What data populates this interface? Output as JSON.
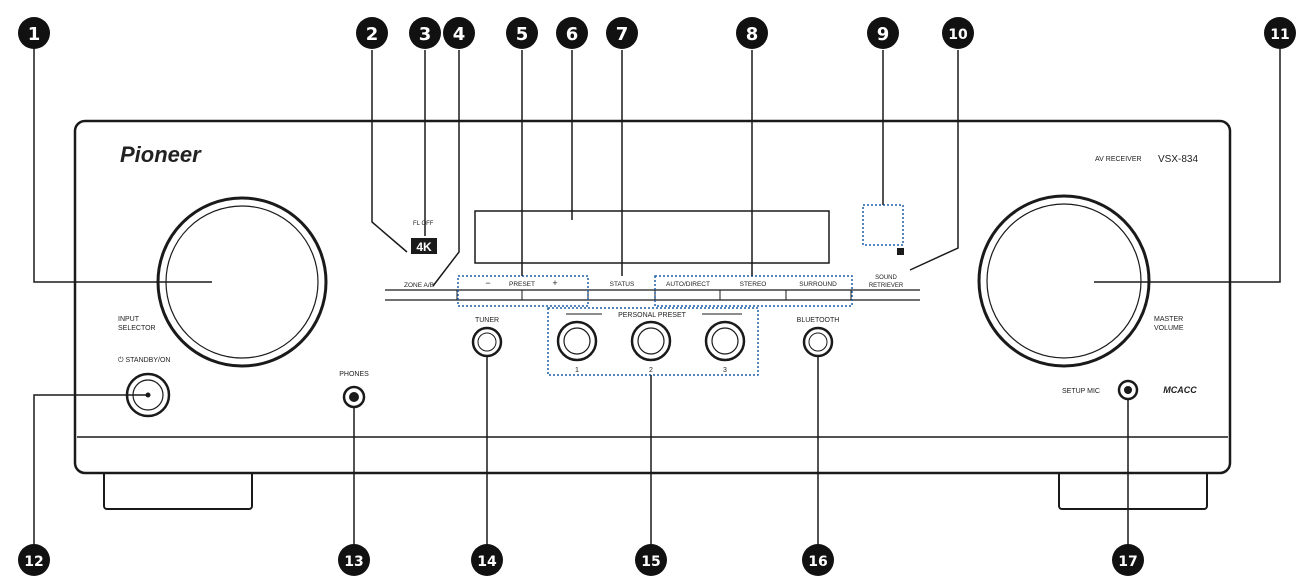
{
  "brand": {
    "logo": "Pioneer",
    "product_type": "AV RECEIVER",
    "model": "VSX-834"
  },
  "panel_labels": {
    "fl_off": "FL OFF",
    "badge_4k": "4K",
    "zone": "ZONE A/B",
    "preset_minus": "−",
    "preset": "PRESET",
    "preset_plus": "+",
    "status": "STATUS",
    "auto_direct": "AUTO/DIRECT",
    "stereo": "STEREO",
    "surround": "SURROUND",
    "sound_retriever": [
      "SOUND",
      "RETRIEVER"
    ],
    "input_selector": [
      "INPUT",
      "SELECTOR"
    ],
    "master_volume": [
      "MASTER",
      "VOLUME"
    ],
    "standby_on": "⏻ STANDBY/ON",
    "phones": "PHONES",
    "tuner": "TUNER",
    "personal_preset": "PERSONAL PRESET",
    "preset_numbers": [
      "1",
      "2",
      "3"
    ],
    "bluetooth": "BLUETOOTH",
    "setup_mic": "SETUP MIC",
    "mcacc_logo": "MCACC"
  },
  "callouts": [
    "1",
    "2",
    "3",
    "4",
    "5",
    "6",
    "7",
    "8",
    "9",
    "10",
    "11",
    "12",
    "13",
    "14",
    "15",
    "16",
    "17"
  ],
  "colors": {
    "panel_line": "#1a1a1a",
    "dotted_outline": "#1f5fa8",
    "callout_fill": "#111111"
  }
}
